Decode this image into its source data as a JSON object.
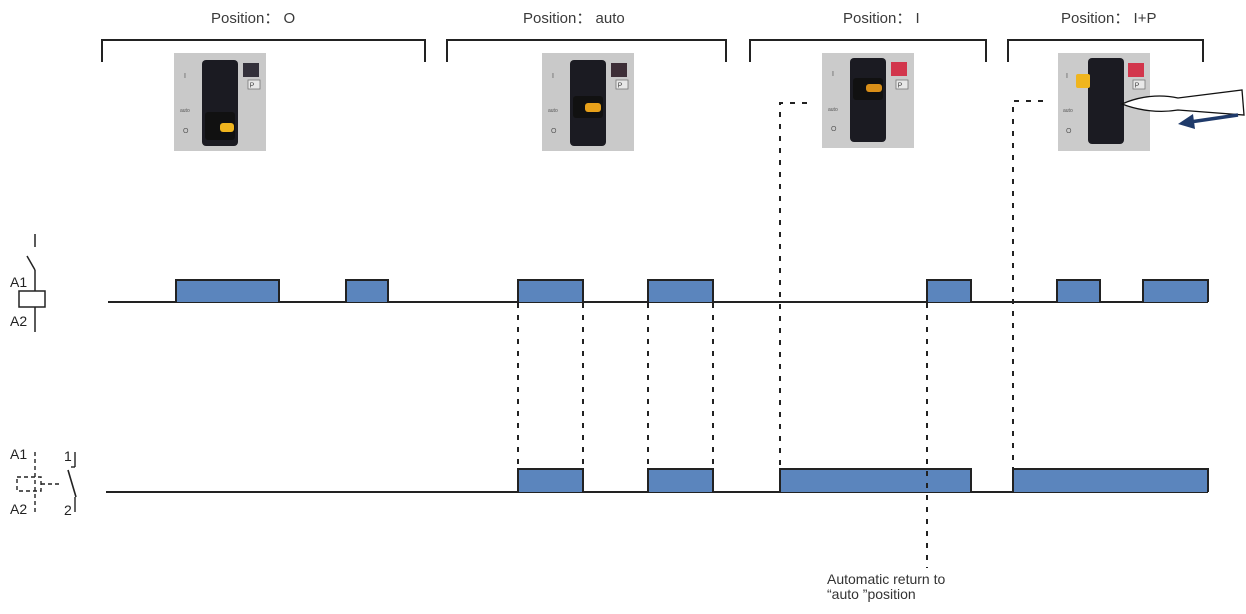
{
  "positions": [
    {
      "label": "Position： O"
    },
    {
      "label": "Position： auto"
    },
    {
      "label": "Position： I"
    },
    {
      "label": "Position： I+P"
    }
  ],
  "symbols": {
    "coil": {
      "a1": "A1",
      "a2": "A2"
    },
    "contact": {
      "a1": "A1",
      "a2": "A2",
      "t1": "1",
      "t2": "2"
    }
  },
  "switch_images": [
    {
      "mark_on": "I",
      "mark_off": "O",
      "mark_auto": "auto",
      "mark_p": "P"
    },
    {
      "mark_on": "I",
      "mark_off": "O",
      "mark_auto": "auto",
      "mark_p": "P"
    },
    {
      "mark_on": "I",
      "mark_off": "O",
      "mark_auto": "auto",
      "mark_p": "P"
    },
    {
      "mark_on": "I",
      "mark_off": "O",
      "mark_auto": "auto",
      "mark_p": "P"
    }
  ],
  "annotation": {
    "line1": "Automatic return to",
    "line2": "“auto ”position"
  },
  "colors": {
    "pulse_fill": "#5b85bd",
    "line": "#222222",
    "bracket": "#222222",
    "panel": "#c8c8c8",
    "lever": "#1a1a22",
    "indicator_dark": "#3a2a35",
    "indicator_red": "#d2364c",
    "knob_yellow": "#f0b51e",
    "arrow": "#1f3a6a"
  }
}
